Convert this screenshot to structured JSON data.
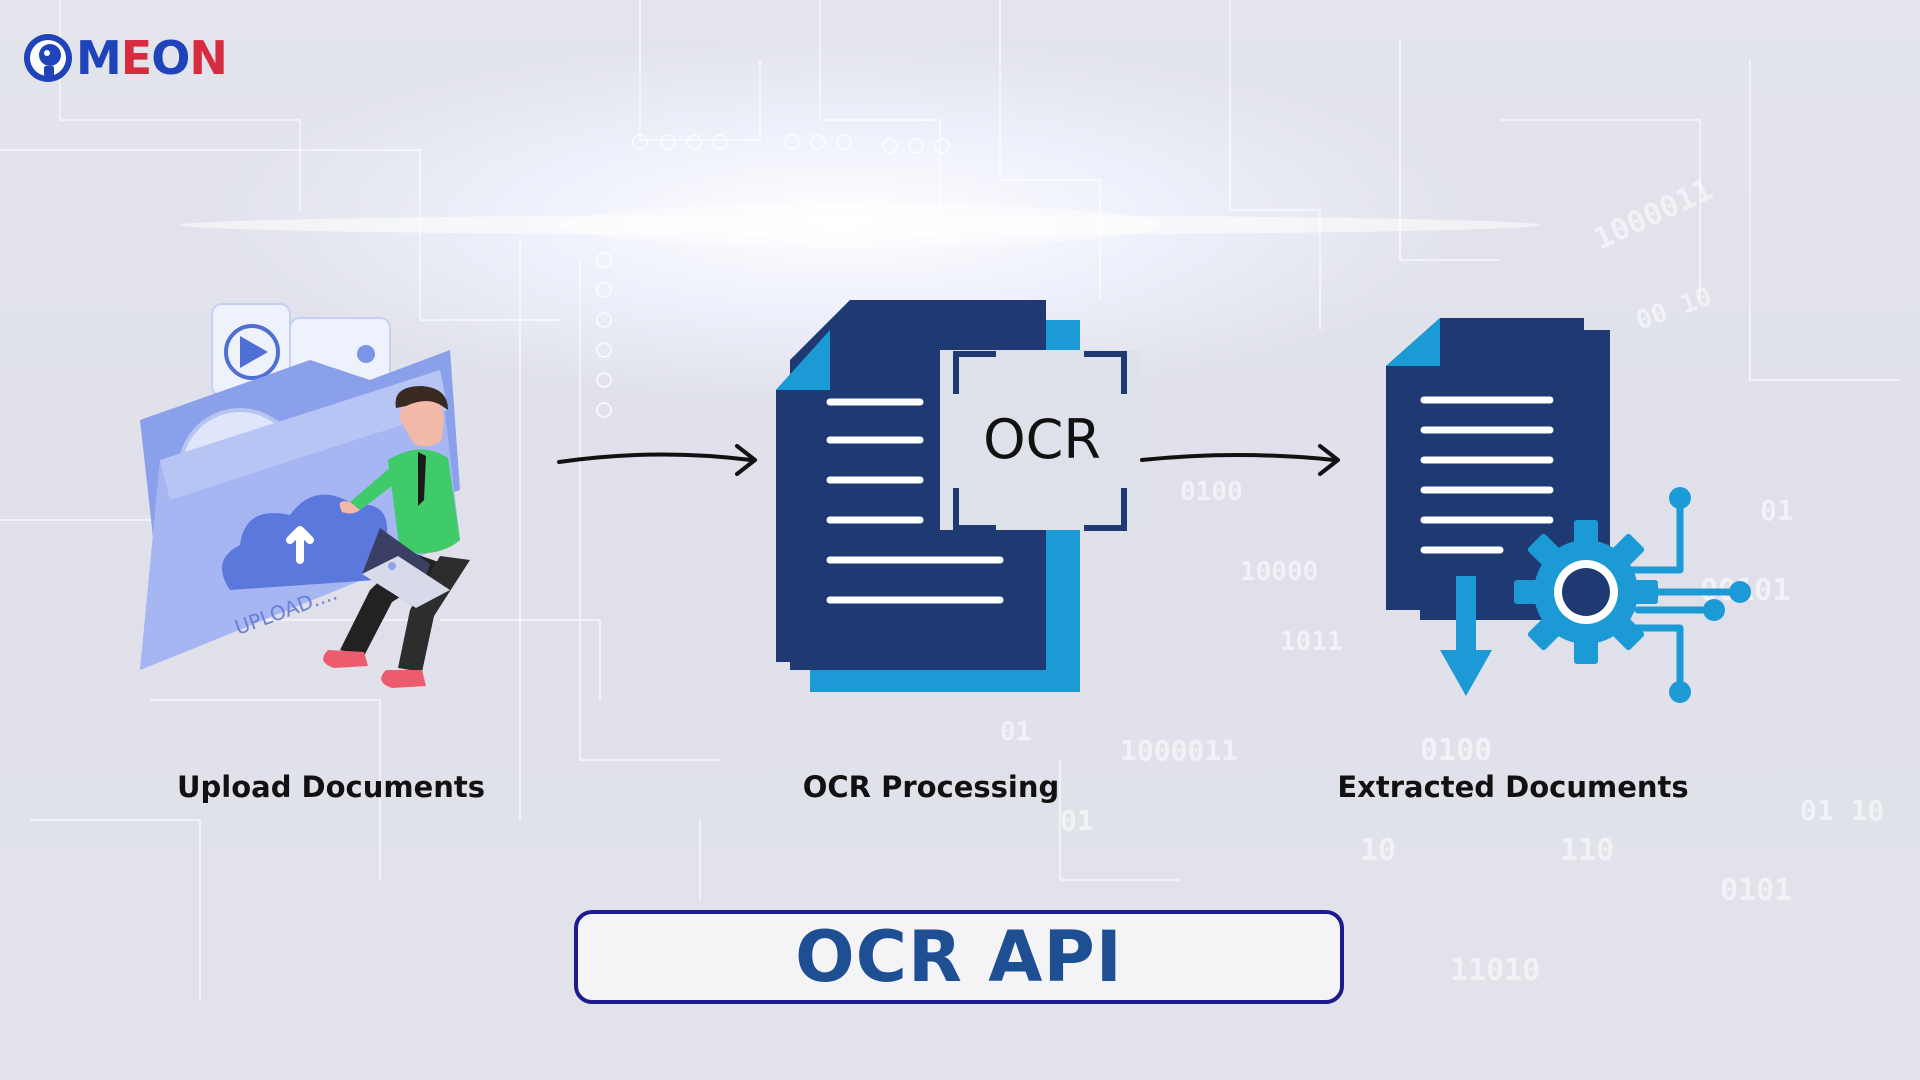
{
  "brand": {
    "name": "MEON",
    "letters": [
      "M",
      "E",
      "O",
      "N"
    ]
  },
  "upload_folder_text": "UPLOAD....",
  "ocr_badge": "OCR",
  "steps": [
    {
      "label": "Upload Documents",
      "icon": "folder-upload-person-icon"
    },
    {
      "label": "OCR Processing",
      "icon": "ocr-scan-document-icon"
    },
    {
      "label": "Extracted Documents",
      "icon": "extracted-document-gear-icon"
    }
  ],
  "title": "OCR API",
  "colors": {
    "navy": "#1f3a72",
    "cyan": "#1c9ad6",
    "green": "#33b85c",
    "title_text": "#1f4f93",
    "title_border": "#1c1a8c",
    "logo_blue": "#1f43b8",
    "logo_red": "#d62c3f"
  }
}
